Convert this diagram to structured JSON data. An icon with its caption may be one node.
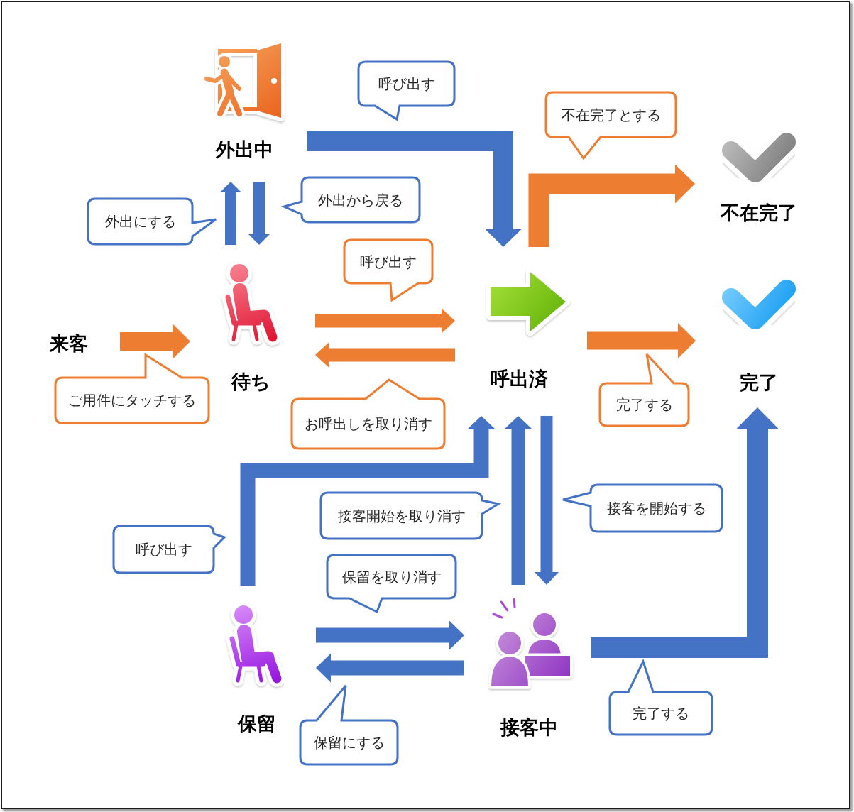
{
  "diagram": {
    "nodes": [
      {
        "text": [
          "外出中"
        ]
      },
      {
        "text": [
          "不在完了"
        ]
      },
      {
        "text": [
          "来客"
        ]
      },
      {
        "text": [
          "待ち"
        ]
      },
      {
        "text": [
          "呼出済"
        ]
      },
      {
        "text": [
          "完了"
        ]
      },
      {
        "text": [
          "保留"
        ]
      },
      {
        "text": [
          "接客中"
        ]
      }
    ],
    "edges": [
      {
        "from": 2,
        "to": 3,
        "arrow": "to",
        "label": "ご用件にタッチする",
        "color": "#ed7d31"
      },
      {
        "from": 3,
        "to": 0,
        "arrow": "to",
        "label": "外出にする"
      },
      {
        "from": 0,
        "to": 3,
        "arrow": "to",
        "label": "外出から戻る"
      },
      {
        "from": 0,
        "to": 4,
        "arrow": "to",
        "label": "呼び出す"
      },
      {
        "from": 4,
        "to": 1,
        "arrow": "to",
        "label": "不在完了とする",
        "color": "#ed7d31"
      },
      {
        "from": 3,
        "to": 4,
        "arrow": "to",
        "label": "呼び出す",
        "color": "#ed7d31"
      },
      {
        "from": 4,
        "to": 3,
        "arrow": "to",
        "label": "お呼出しを取り消す",
        "color": "#ed7d31"
      },
      {
        "from": 4,
        "to": 5,
        "arrow": "to",
        "label": "完了する",
        "color": "#ed7d31"
      },
      {
        "from": 4,
        "to": 7,
        "arrow": "to",
        "label": "接客を開始する"
      },
      {
        "from": 7,
        "to": 4,
        "arrow": "to",
        "label": "接客開始を取り消す"
      },
      {
        "from": 6,
        "to": 4,
        "arrow": "to",
        "label": "呼び出す"
      },
      {
        "from": 6,
        "to": 7,
        "arrow": "to",
        "label": "保留を取り消す"
      },
      {
        "from": 7,
        "to": 6,
        "arrow": "to",
        "label": "保留にする"
      },
      {
        "from": 7,
        "to": 5,
        "arrow": "to",
        "label": "完了する"
      }
    ]
  }
}
